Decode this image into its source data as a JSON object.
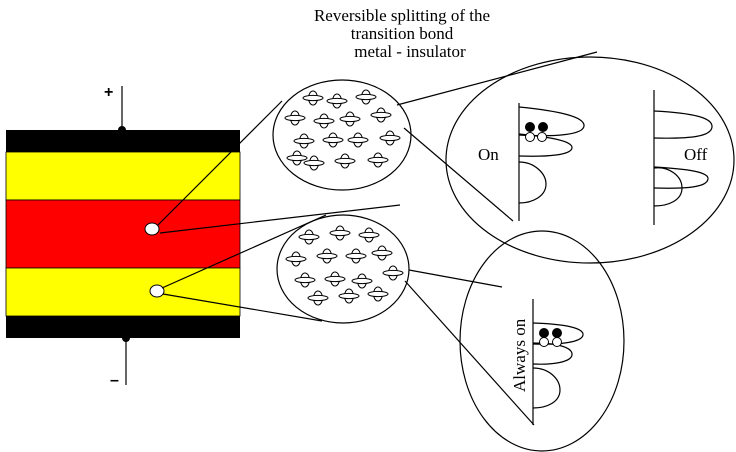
{
  "title": {
    "line1": "Reversible splitting of the",
    "line2": "transition bond",
    "line3": "metal - insulator"
  },
  "terminals": {
    "positive": "+",
    "negative": "–"
  },
  "labels": {
    "on": "On",
    "off": "Off",
    "always_on": "Always on"
  },
  "colors": {
    "electrode": "#000000",
    "outer_layer": "#ffff00",
    "middle_layer": "#ff0000",
    "background": "#ffffff"
  }
}
